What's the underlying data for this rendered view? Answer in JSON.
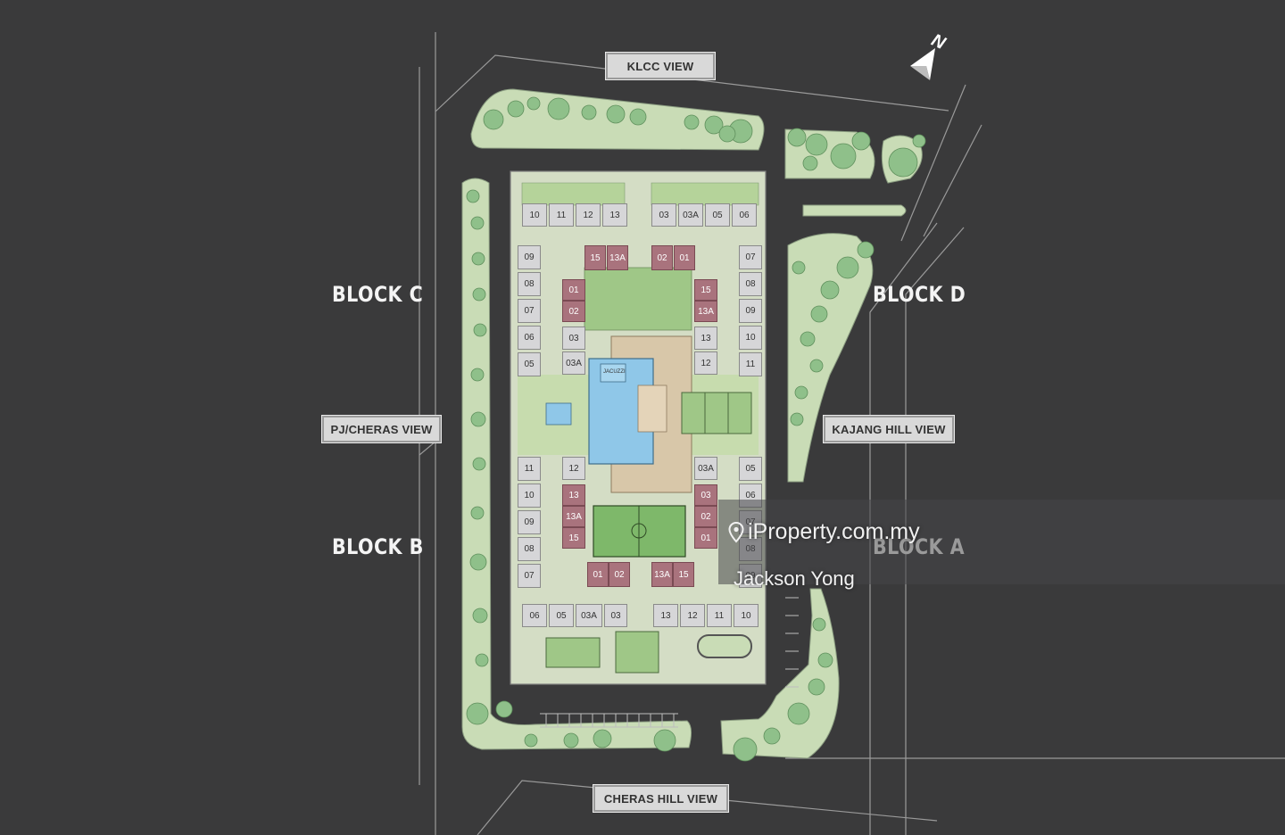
{
  "view_labels": {
    "klcc": "KLCC VIEW",
    "pj_cheras": "PJ/CHERAS VIEW",
    "kajang_hill": "KAJANG HILL VIEW",
    "cheras_hill": "CHERAS HILL VIEW"
  },
  "blocks": {
    "c": "BLOCK C",
    "d": "BLOCK D",
    "b": "BLOCK B",
    "a": "BLOCK A"
  },
  "north": "N",
  "watermark": {
    "brand": "iProperty.com.my",
    "agent": "Jackson Yong"
  },
  "units": {
    "top_left_row": [
      "10",
      "11",
      "12",
      "13"
    ],
    "top_right_row": [
      "03",
      "03A",
      "05",
      "06"
    ],
    "c_inner_top": [
      "15",
      "13A"
    ],
    "d_inner_top": [
      "02",
      "01"
    ],
    "c_outer_col": [
      "09",
      "08",
      "07",
      "06",
      "05"
    ],
    "c_inner_col": [
      "01",
      "02",
      "03",
      "03A"
    ],
    "d_inner_col": [
      "15",
      "13A",
      "13",
      "12"
    ],
    "d_outer_col": [
      "07",
      "08",
      "09",
      "10",
      "11"
    ],
    "b_outer_col": [
      "11",
      "10",
      "09",
      "08",
      "07"
    ],
    "b_inner_col": [
      "12",
      "13",
      "13A",
      "15"
    ],
    "a_inner_col": [
      "03A",
      "03",
      "02",
      "01"
    ],
    "a_outer_col": [
      "05",
      "06",
      "07",
      "08",
      "09"
    ],
    "b_inner_bottom": [
      "01",
      "02"
    ],
    "a_inner_bottom": [
      "13A",
      "15"
    ],
    "bottom_left_row": [
      "06",
      "05",
      "03A",
      "03"
    ],
    "bottom_right_row": [
      "13",
      "12",
      "11",
      "10"
    ]
  },
  "colors": {
    "background": "#3a3a3b",
    "landscape": "#c9dcb6",
    "courtyard": "#b5d39a",
    "trees": "#8fc08a",
    "unit_grey": "#d6d6d8",
    "unit_maroon": "#a9737d",
    "pool": "#8fc7e8",
    "deck": "#d8c7a9"
  }
}
